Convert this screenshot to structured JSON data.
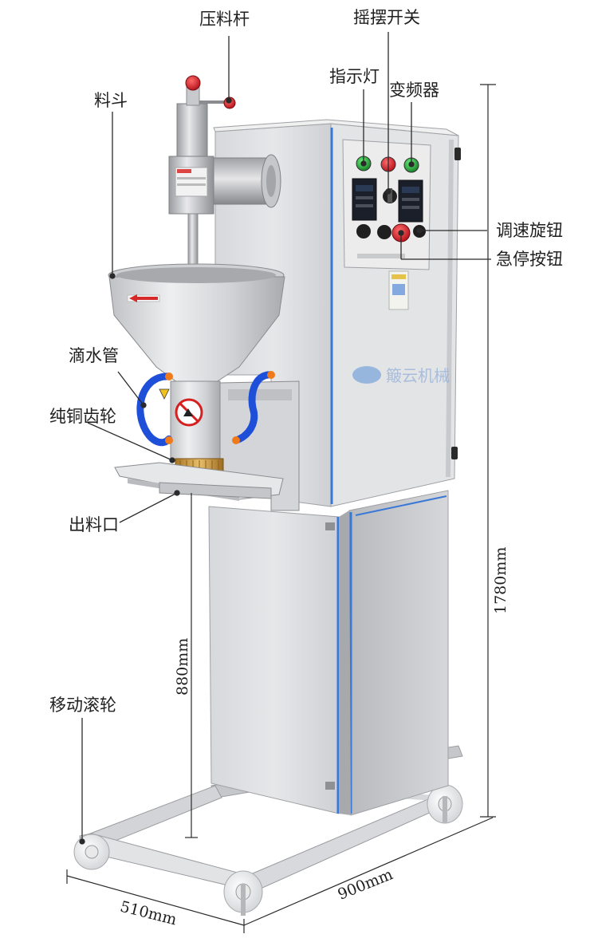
{
  "labels": {
    "press_rod": "压料杆",
    "hopper": "料斗",
    "swing_switch": "摇摆开关",
    "indicator_light": "指示灯",
    "inverter": "变频器",
    "speed_knob": "调速旋钮",
    "emergency_stop": "急停按钮",
    "drip_tube": "滴水管",
    "copper_gear": "纯铜齿轮",
    "outlet": "出料口",
    "casters": "移动滚轮"
  },
  "dimensions": {
    "height_total": "1780mm",
    "height_outlet": "880mm",
    "width": "900mm",
    "depth": "510mm"
  },
  "colors": {
    "steel_light": "#e4e4e6",
    "steel_mid": "#c4c5c8",
    "steel_dark": "#8d8f94",
    "accent_blue": "#3a78d8",
    "knob_red": "#e0202a",
    "tube_blue": "#1e4fd8",
    "tube_orange": "#f07a1a",
    "brass": "#c9963c"
  }
}
